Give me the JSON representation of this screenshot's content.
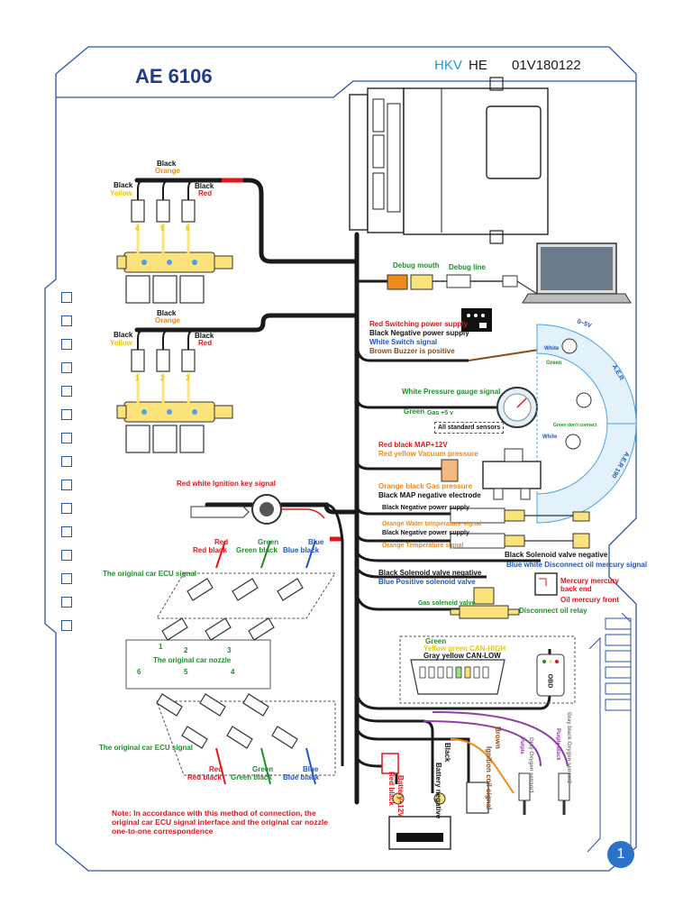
{
  "header": {
    "title": "AE 6106",
    "brand": "HKV",
    "model": "HE",
    "code": "01V180122"
  },
  "page_number": "1",
  "injectors_top": {
    "wires": [
      "Black",
      "Orange",
      "Black",
      "Yellow",
      "Black",
      "Red"
    ],
    "numbers": [
      "4",
      "5",
      "6"
    ]
  },
  "injectors_bottom": {
    "wires": [
      "Black",
      "Orange",
      "Black",
      "Yellow",
      "Black",
      "Red"
    ],
    "numbers": [
      "1",
      "2",
      "3"
    ]
  },
  "ecu_side": {
    "debug_mouth": "Debug mouth",
    "debug_line": "Debug line",
    "switch_red": "Red  Switching power supply",
    "switch_black": "Black  Negative power supply",
    "switch_white": "White  Switch signal",
    "switch_brown": "Brown  Buzzer is positive",
    "pressure_white": "White   Pressure gauge signal",
    "pressure_green": "Green",
    "pressure_gas": "Gas +5 v",
    "all_sensors": "All standard sensors",
    "map_redblack": "Red black  MAP+12V",
    "map_redyellow": "Red  yellow  Vacuum pressure",
    "map_orangeblack": "Orange black  Gas pressure",
    "map_black": "Black  MAP negative electrode",
    "temp1_black": "Black Negative power supply",
    "temp1_orange": "Orange Water temperature signal",
    "temp2_black": "Black Negative power supply",
    "temp2_orange": "Orange Temperature signal",
    "solenoid_black": "Black Solenoid valve negative",
    "mercury_bluewhite": "Blue white Disconnect oil mercury signal",
    "gas_black": "Black Solenoid valve negative",
    "gas_blue": "Blue Positive solenoid valve",
    "gas_solenoid": "Gas solenoid valve",
    "mercury_backend": "Mercury mercury back end",
    "mercury_front": "Oil mercury front",
    "disconnect_relay": "Disconnect oil relay",
    "obd_green": "Green",
    "obd_yellowgreen": "Yellow green  CAN-HIGH",
    "obd_grayyellow": "Gray  yellow  CAN-LOW",
    "obd_label": "OBD",
    "ignition_key": "Red  white   Ignition key signal",
    "battery_redblack": "Red black",
    "battery_plus": "Battery+12V",
    "battery_black": "Black",
    "battery_neg": "Battery negative",
    "coil_brown": "Brown",
    "coil_signal": "Ignition coil signal",
    "purple1": "Purple",
    "oxygen1": "Gray Oxygen sensor1",
    "purple2": "Purple black",
    "oxygen2": "Gray black Oxygen sensor2"
  },
  "nozzle_side": {
    "top_red": "Red",
    "top_redblack": "Red black",
    "top_green": "Green",
    "top_greenblack": "Green  black",
    "top_blue": "Blue",
    "top_blueblack": "Blue  black",
    "ecu_signal_top": "The original car ECU signal",
    "nozzle": "The original car nozzle",
    "ecu_signal_bottom": "The original car ECU signal",
    "bot_red": "Red",
    "bot_redblack": "Red black",
    "bot_green": "Green",
    "bot_greenblack": "Green black",
    "bot_blue": "Blue",
    "bot_blueblack": "Blue black",
    "nums_top": [
      "1",
      "2",
      "3"
    ],
    "nums_bot": [
      "6",
      "5",
      "4"
    ]
  },
  "gauge_labels": {
    "white": "White",
    "green": "Green",
    "green_dont": "Green don't connect",
    "white2": "White",
    "arc1": "0~5V",
    "arc2": "A.E.R",
    "arc3": "A.E.R 190"
  },
  "note": "Note: In accordance with this method of connection, the original car ECU signal interface and the original car nozzle one-to-one correspondence",
  "colors": {
    "frame": "#2a56a8",
    "title": "#1f3c8c",
    "brand": "#1a9ad6",
    "red": "#e0161b",
    "green": "#1e8f2b",
    "blue": "#1f56c2",
    "orange": "#f08a16",
    "harness": "#1a1a1a"
  },
  "checkbox_icon": "square-checkbox-icon"
}
